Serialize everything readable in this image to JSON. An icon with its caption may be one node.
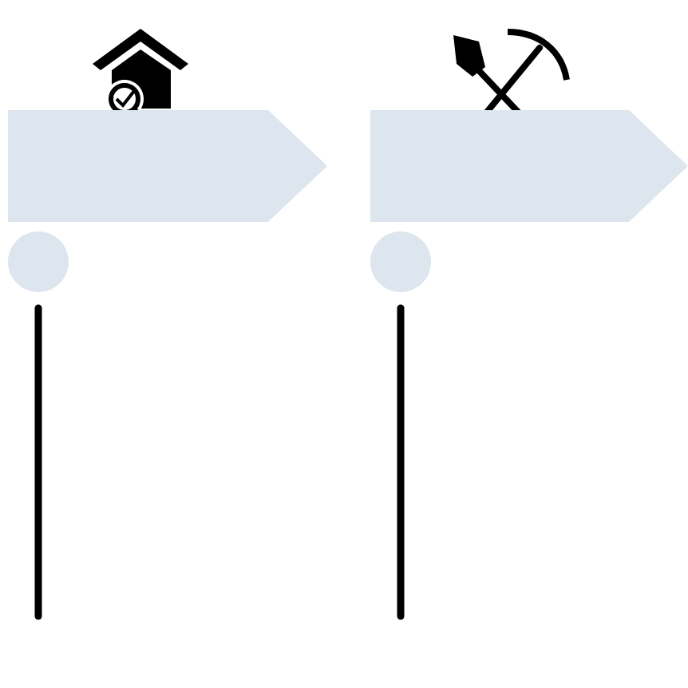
{
  "diagram": {
    "nodes": [
      {
        "text": [],
        "shape": "arrow"
      },
      {
        "text": [],
        "shape": "arrow"
      },
      {
        "text": [],
        "shape": "circle"
      },
      {
        "text": [],
        "shape": "circle"
      }
    ]
  }
}
